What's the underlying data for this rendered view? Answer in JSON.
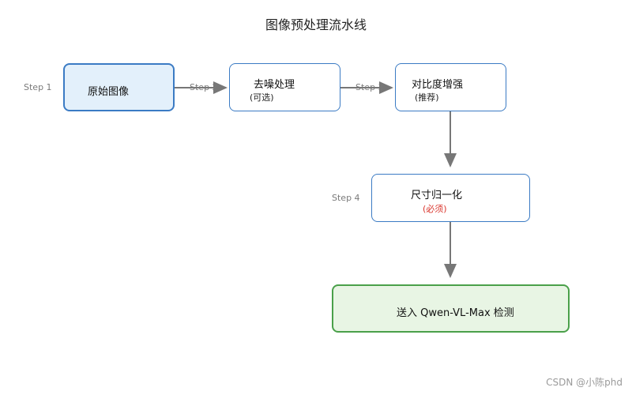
{
  "title": "图像预处理流水线",
  "nodes": {
    "original": {
      "label": "原始图像"
    },
    "denoise": {
      "label": "去噪处理",
      "note": "(可选)"
    },
    "contrast": {
      "label": "对比度增强",
      "note": "(推荐)"
    },
    "resize": {
      "label": "尺寸归一化",
      "note": "(必须)"
    },
    "detect": {
      "label": "送入 Qwen-VL-Max 检测"
    }
  },
  "steps": {
    "s1": "Step 1",
    "s2": "Step 2",
    "s3": "Step 3",
    "s4": "Step 4"
  },
  "colors": {
    "accent_border": "#3b7bc4",
    "start_fill": "#e3f0fb",
    "end_border": "#4aa04a",
    "end_fill": "#e8f5e4",
    "required_note": "#d9342b",
    "arrow": "#777777"
  },
  "watermark": "CSDN @小陈phd"
}
